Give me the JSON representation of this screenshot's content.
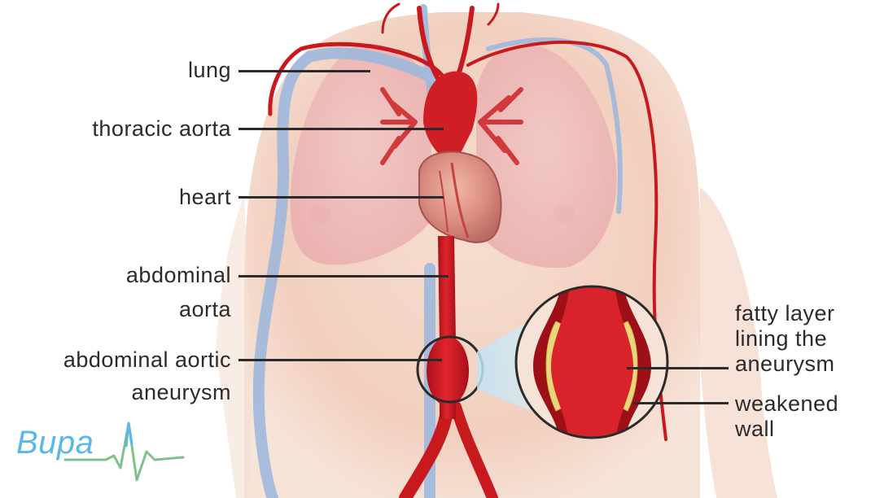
{
  "labels": {
    "lung": "lung",
    "thoracic_aorta": "thoracic aorta",
    "heart": "heart",
    "abdominal_aorta_line1": "abdominal",
    "abdominal_aorta_line2": "aorta",
    "aaa_line1": "abdominal aortic",
    "aaa_line2": "aneurysm",
    "fatty_line1": "fatty layer",
    "fatty_line2": "lining the",
    "fatty_line3": "aneurysm",
    "weakened_line1": "weakened",
    "weakened_line2": "wall"
  },
  "logo": {
    "text": "Bupa",
    "icon": "heartbeat-pulse-icon"
  },
  "colors": {
    "artery": "#c8191e",
    "vein": "#9fb8dc",
    "skin": "#f3d3c4",
    "lung": "#efbcbc",
    "fat": "#e8d77a",
    "label": "#2b2b2b",
    "logo": "#5bb7e6",
    "logo_pulse": "#7cc28a"
  }
}
